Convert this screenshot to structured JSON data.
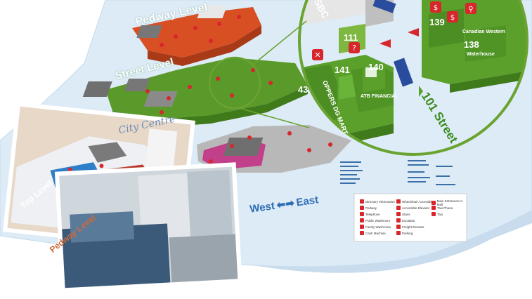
{
  "levels": {
    "pedway": "Pedway Level",
    "street": "Street Level",
    "top": "Top Level",
    "pedway_photo": "Pedway Level"
  },
  "map_labels": {
    "street_101": "101 Street",
    "sbc": "SBC",
    "compass_west": "West",
    "compass_east": "East",
    "compass_arrow": "⬅➡",
    "opener": "OPPERS DG MART",
    "atb": "ATB FINANCIAL",
    "canadian_western": "Canadian Western",
    "waterhouse": "Waterhouse",
    "city_centre": "City Centre"
  },
  "unit_numbers": [
    "111",
    "141",
    "140",
    "43",
    "139",
    "138"
  ],
  "legend": {
    "items": [
      "Directory Information",
      "Pedway",
      "Telephone",
      "Public Washroom",
      "Family Washroom",
      "Cash Machine",
      "Wheelchair Accessible",
      "Accessible Elevator",
      "Stairs",
      "Escalator",
      "Freight Elevator",
      "Parking",
      "Main Entrances to Mall",
      "Taxi Phone",
      "Taxi"
    ]
  },
  "colors": {
    "sheet": "#dcebf6",
    "sheet_edge": "#c4dbed",
    "pedway_level": "#d94f24",
    "street_level": "#5a9a2a",
    "lower_level": "#c23f8a",
    "top_level": "#2f7fc8",
    "grey_block": "#6f6f6f",
    "marker": "#d7262c",
    "magnifier_ring": "#6aa330",
    "blue_text": "#2f6db5"
  },
  "icons": [
    "map-pin-icon",
    "directory-icon",
    "escalator-icon",
    "washroom-icon",
    "parking-icon",
    "taxi-icon",
    "bus-icon"
  ]
}
